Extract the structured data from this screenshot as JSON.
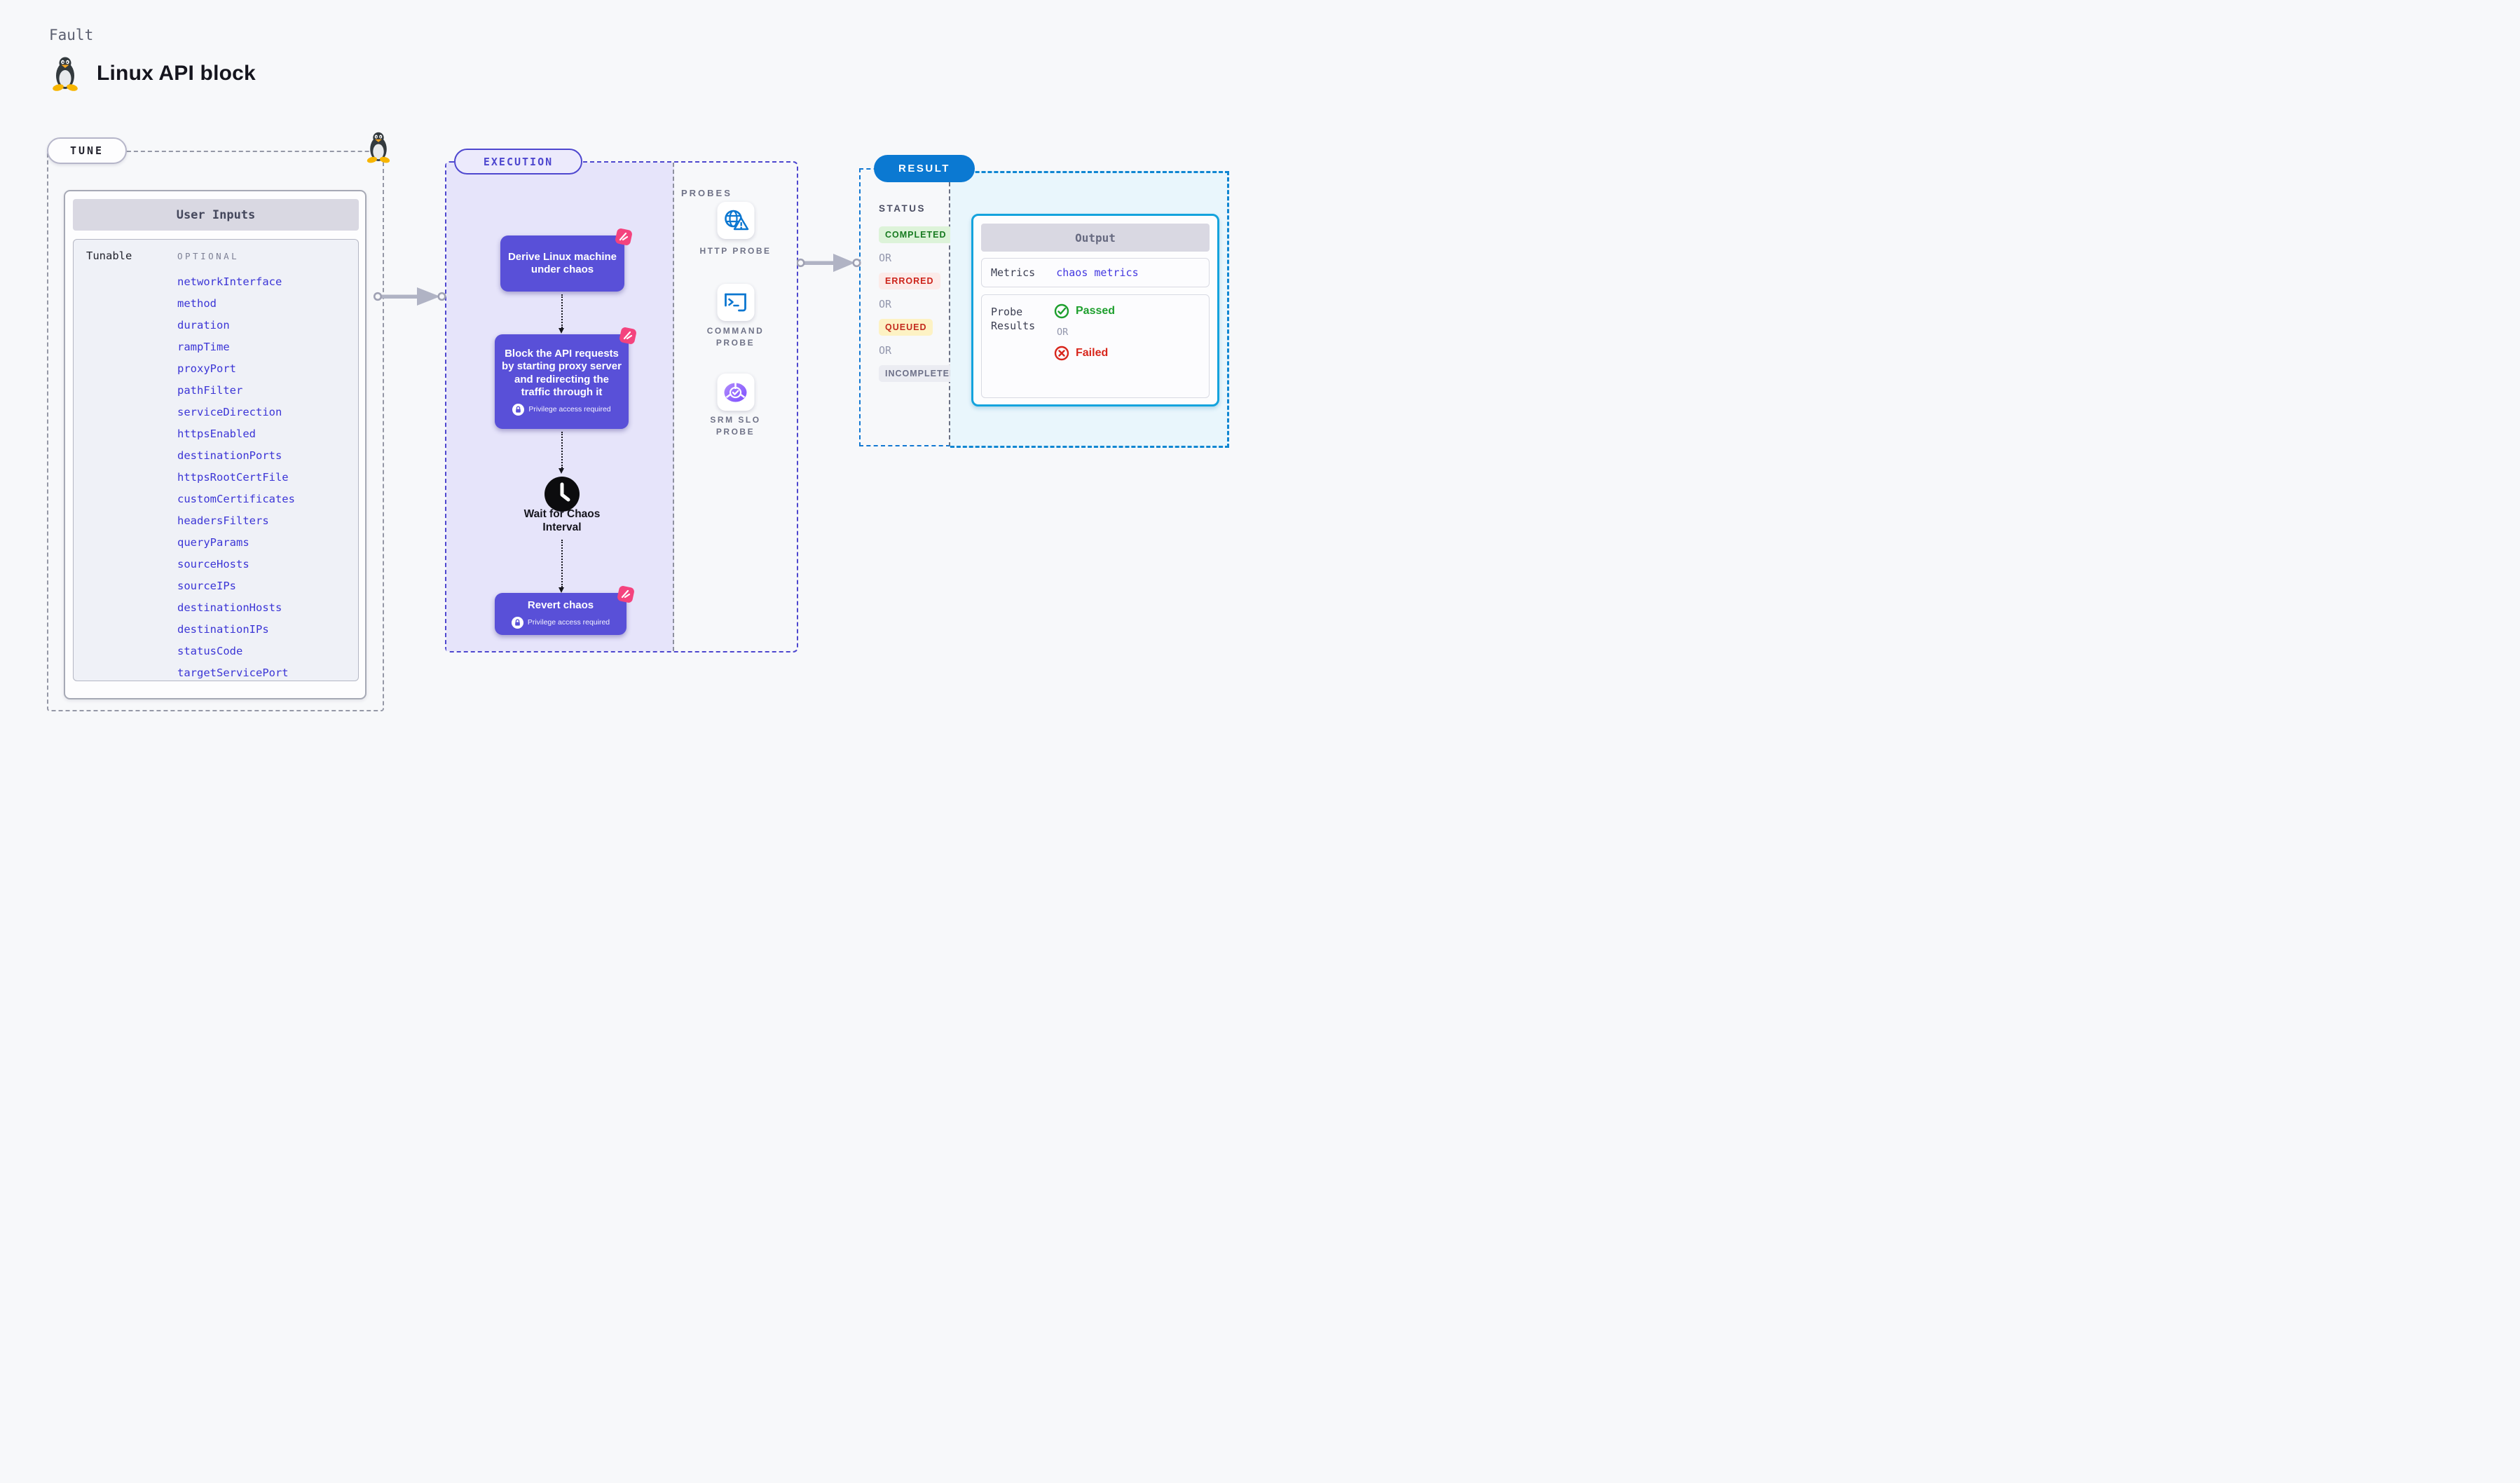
{
  "header": {
    "eyebrow": "Fault",
    "title": "Linux API block",
    "icon": "linux-tux"
  },
  "tune": {
    "label": "TUNE",
    "card_title": "User Inputs",
    "row_label": "Tunable",
    "column_label": "OPTIONAL",
    "params": [
      "networkInterface",
      "method",
      "duration",
      "rampTime",
      "proxyPort",
      "pathFilter",
      "serviceDirection",
      "httpsEnabled",
      "destinationPorts",
      "httpsRootCertFile",
      "customCertificates",
      "headersFilters",
      "queryParams",
      "sourceHosts",
      "sourceIPs",
      "destinationHosts",
      "destinationIPs",
      "statusCode",
      "targetServicePort"
    ]
  },
  "execution": {
    "label": "EXECUTION",
    "steps": {
      "derive": "Derive Linux machine under chaos",
      "block": "Block the API requests by starting proxy server and redirecting the traffic through it",
      "wait": "Wait for Chaos Interval",
      "revert": "Revert chaos"
    },
    "privilege_note": "Privilege access required"
  },
  "probes": {
    "label": "PROBES",
    "items": [
      {
        "name": "HTTP PROBE",
        "icon": "globe-alert-icon"
      },
      {
        "name": "COMMAND PROBE",
        "icon": "terminal-icon"
      },
      {
        "name": "SRM SLO PROBE",
        "icon": "slo-gauge-icon"
      }
    ]
  },
  "result": {
    "label": "RESULT",
    "status_label": "STATUS",
    "or_label": "OR",
    "statuses": [
      {
        "label": "COMPLETED",
        "type": "completed"
      },
      {
        "label": "ERRORED",
        "type": "errored"
      },
      {
        "label": "QUEUED",
        "type": "queued"
      },
      {
        "label": "INCOMPLETED",
        "type": "incompleted"
      }
    ],
    "output": {
      "title": "Output",
      "metrics_label": "Metrics",
      "metrics_value": "chaos metrics",
      "probe_results_label": "Probe Results",
      "passed_label": "Passed",
      "failed_label": "Failed"
    }
  },
  "colors": {
    "accent_indigo": "#4e47cf",
    "node_indigo": "#5950d8",
    "param_blue": "#3b35d6",
    "chaos_pink": "#f4437e",
    "result_blue": "#0b79d2",
    "output_teal": "#14a3dd",
    "passed_green": "#1d9f2d",
    "failed_red": "#d8261c",
    "probe_blue": "#0b76d0"
  }
}
